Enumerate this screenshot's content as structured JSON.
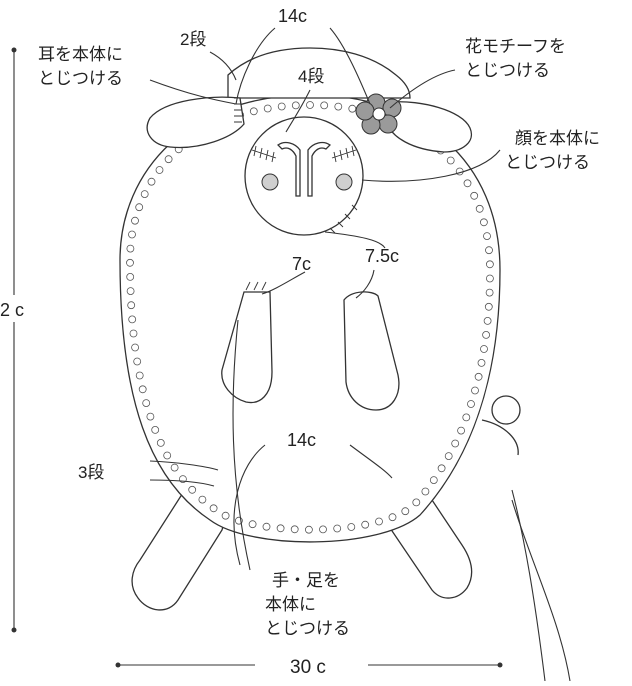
{
  "labels": {
    "ear_attach_l1": "耳を本体に",
    "ear_attach_l2": "とじつける",
    "rows_2": "2段",
    "stitches_14_top": "14c",
    "rows_4": "4段",
    "flower_l1": "花モチーフを",
    "flower_l2": "とじつける",
    "face_l1": "顔を本体に",
    "face_l2": "とじつける",
    "stitches_7": "7c",
    "stitches_7_5": "7.5c",
    "height_dim": "2 c",
    "stitches_14_bottom": "14c",
    "rows_3": "3段",
    "limbs_l1": "手・足を",
    "limbs_l2": "本体に",
    "limbs_l3": "とじつける",
    "width_dim": "30 c"
  },
  "colors": {
    "outline": "#333333",
    "cheek": "#cfcfcf",
    "flower": "#9a9a9a",
    "background": "#ffffff"
  }
}
